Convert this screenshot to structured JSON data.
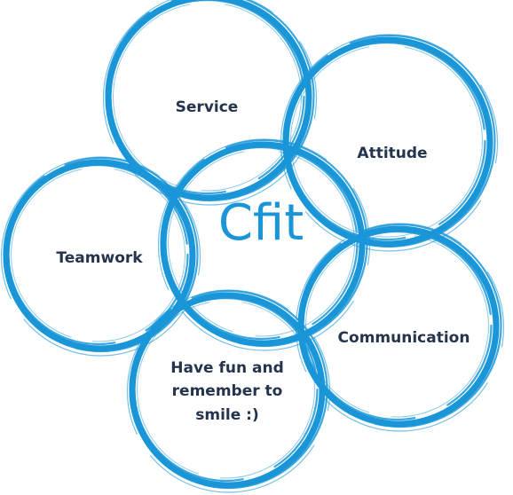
{
  "center": {
    "title": "Cfit"
  },
  "values": [
    {
      "id": "service",
      "label": "Service"
    },
    {
      "id": "attitude",
      "label": "Attitude"
    },
    {
      "id": "teamwork",
      "label": "Teamwork"
    },
    {
      "id": "communication",
      "label": "Communication"
    },
    {
      "id": "fun",
      "lines": [
        "Have fun and",
        "remember to",
        "smile :)"
      ]
    }
  ],
  "colors": {
    "ring": "#1a96d8",
    "title": "#1a96d8",
    "label": "#24344d"
  }
}
